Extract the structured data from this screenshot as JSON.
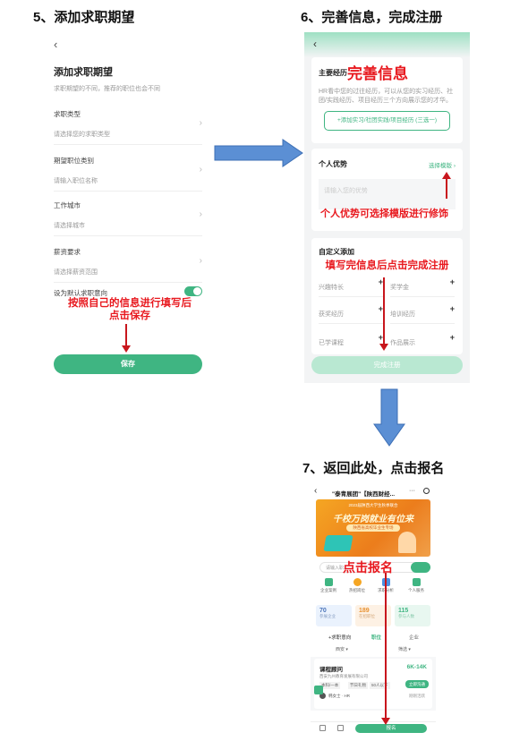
{
  "steps": {
    "s5": "5、添加求职期望",
    "s6": "6、完善信息，完成注册",
    "s7": "7、返回此处，点击报名"
  },
  "p1": {
    "back": "‹",
    "title": "添加求职期望",
    "subtitle": "求职期望的不同，推荐的职位也会不同",
    "rows": [
      {
        "label": "求职类型",
        "placeholder": "请选择您的求职类型"
      },
      {
        "label": "期望职位类别",
        "placeholder": "请输入职位名称"
      },
      {
        "label": "工作城市",
        "placeholder": "请选择城市"
      },
      {
        "label": "薪资要求",
        "placeholder": "请选择薪资范围"
      }
    ],
    "default_label": "设为默认求职意向",
    "annotation": "按照自己的信息进行填写后\n点击保存",
    "save": "保存"
  },
  "p2": {
    "back": "‹",
    "section1_title": "主要经历",
    "section1_ann": "完善信息",
    "section1_desc": "HR看中您的过往经历，可以从您的实习经历、社团/实践经历、项目经历三个方向展示您的才华。",
    "add_btn": "+添加实习/社团实践/项目经历 (三选一)",
    "adv_title": "个人优势",
    "adv_link": "选择模版 ›",
    "adv_placeholder": "请输入您的优势",
    "adv_ann": "个人优势可选择模版进行修饰",
    "custom_title": "自定义添加",
    "custom_ann": "填写完信息后点击完成注册",
    "grid": [
      "兴趣特长",
      "奖学金",
      "获奖经历",
      "培训经历",
      "已学课程",
      "作品展示"
    ],
    "finish": "完成注册"
  },
  "p3": {
    "back": "‹",
    "title": "\"泰青展团\"【陕西财经...",
    "more": "···",
    "banner_top": "2023届陕西大学生秋季联合",
    "banner_title": "千校万岗就业有位来",
    "banner_sub": "陕西省高校毕业生专场",
    "search_placeholder": "请输入职...",
    "ann": "点击报名",
    "icons": [
      "企业案例",
      "热招岗位",
      "求职分析",
      "个人服务"
    ],
    "stats": [
      {
        "num": "70",
        "label": "参展企业"
      },
      {
        "num": "189",
        "label": "在招职位"
      },
      {
        "num": "115",
        "label": "参与人数"
      }
    ],
    "filter_tab": "+求职意向",
    "filter_mid": "职位",
    "filter_right": "企业",
    "city": "西安 ▾",
    "sort": "筛选 ▾",
    "job_title": "课程顾问",
    "salary": "6K-14K",
    "company": "西安九州教育发展有限公司",
    "tags": [
      "本科/一本",
      "节日礼物",
      "50人以下"
    ],
    "chat_btn": "立即沟通",
    "hr": "韩女士 · HR",
    "hr_status": "刚刚活跃",
    "signup": "报名"
  }
}
